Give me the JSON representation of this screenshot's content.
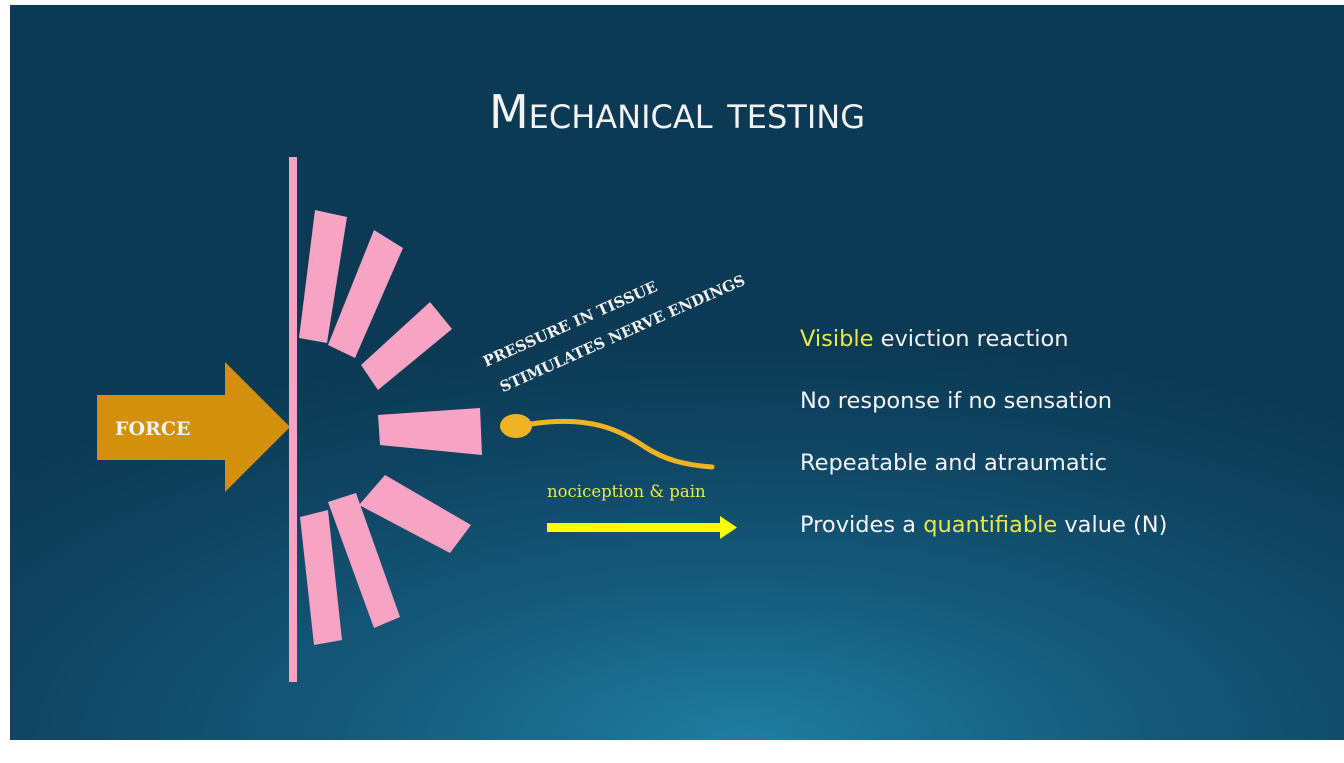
{
  "slide": {
    "title": "Mechanical testing",
    "colors": {
      "background_top": "#0c3a54",
      "background_glow": "#1f7ea0",
      "title": "#f2f2f2",
      "pink": "#f7a3c4",
      "force_arrow": "#d3900d",
      "nerve": "#f0b323",
      "signal_arrow": "#ffff00",
      "highlight": "#e8e84a"
    }
  },
  "diagram": {
    "force_label": "FORCE",
    "pressure_label_line1": "PRESSURE IN TISSUE",
    "pressure_label_line2": "STIMULATES  NERVE ENDINGS",
    "signal_label": "nociception & pain"
  },
  "bullets": [
    {
      "highlight": "Visible",
      "text": " eviction reaction"
    },
    {
      "text": "No response if no sensation"
    },
    {
      "text": "Repeatable and atraumatic"
    },
    {
      "prefix": "Provides a ",
      "highlight": "quantifiable",
      "text": " value (N)"
    }
  ]
}
